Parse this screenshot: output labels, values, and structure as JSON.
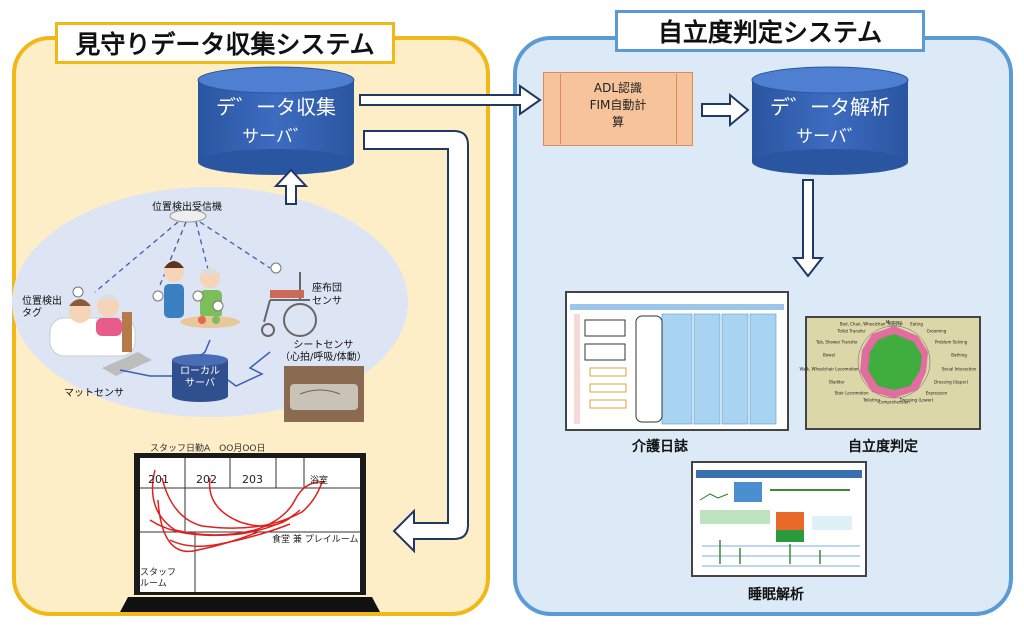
{
  "left_system": {
    "title": "見守りデータ収集システム",
    "collection_server": {
      "line1": "デ゛ータ収集",
      "line2": "サーバ゛"
    },
    "local_server": {
      "line1": "ローカル",
      "line2": "サーバ"
    },
    "labels": {
      "receiver": "位置検出受信機",
      "tag_line1": "位置検出",
      "tag_line2": "タグ",
      "cushion_line1": "座布団",
      "cushion_line2": "センサ",
      "sheet_line1": "シートセンサ",
      "sheet_line2": "（心拍/呼吸/体動）",
      "mat": "マットセンサ"
    },
    "floor_map": {
      "header": "スタッフ日勤A　OO月OO日",
      "rooms": [
        "201",
        "202",
        "203"
      ],
      "bath": "浴室",
      "dining": "食堂 兼 プレイルーム",
      "staff_line1": "スタッフ",
      "staff_line2": "ルーム"
    }
  },
  "right_system": {
    "title": "自立度判定システム",
    "adl": {
      "line1": "ADL認識",
      "line2": "FIM自動計",
      "line3": "算"
    },
    "analysis_server": {
      "line1": "デ゛ータ解析",
      "line2": "サーバ゛"
    },
    "outputs": {
      "care_log": "介護日誌",
      "independence": "自立度判定",
      "sleep": "睡眠解析"
    },
    "radar_labels": [
      "Memory",
      "Eating",
      "Grooming",
      "Problem Solving",
      "Bathing",
      "Social Interaction",
      "Dressing (Upper)",
      "Expression",
      "Dressing (Lower)",
      "Comprehension",
      "Toileting",
      "Stair Locomotion",
      "Bladder",
      "Walk, Wheelchair Locomotion",
      "Bowel",
      "Tub, Shower Transfer",
      "Toilet Transfer",
      "Bed, Chair, Wheelchair Transfer"
    ]
  },
  "colors": {
    "left_fill": "#fdeec8",
    "left_border": "#f2b817",
    "right_fill": "#dce9f6",
    "right_border": "#5b9bd5",
    "server_blue": "#2f5caa",
    "arrow_navy": "#1f3864",
    "adl_fill": "#f6c39b"
  }
}
